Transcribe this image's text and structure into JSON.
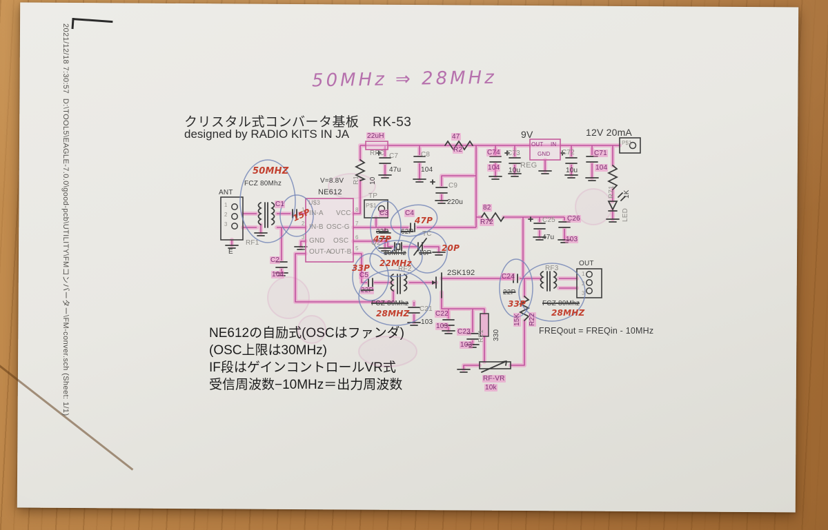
{
  "page": {
    "date_line": "2021/12/18 7:30:57  D:\\TOOL5\\EAGLE-7.0.0\\good-pcb\\UTILITY\\FMコンバーター\\FM-conver.sch (Sheet: 1/1)",
    "header_hw": "50MHz ⇒ 28MHz",
    "title1": "クリスタル式コンバータ基板　RK-53",
    "title2": "designed by RADIO KITS IN JA",
    "notes": "NE612の自励式(OSCはファンダ)\n(OSC上限は30MHz)\nIF段はゲインコントロールVR式\n受信周波数−10MHz＝出力周波数"
  },
  "labels": {
    "ant": "ANT",
    "e": "E",
    "d1": "1",
    "d2": "2",
    "d3": "3",
    "d4": "4",
    "d5": "5",
    "d6": "6",
    "d7": "7",
    "d8": "8",
    "rf1": "RF1",
    "rf2": "RF2",
    "rf3": "RF3",
    "fcz": "FCZ 80Mhz",
    "rf1_hw": "50MHZ",
    "hw28": "28MHZ",
    "c1": "C1",
    "c1_hw": "15P",
    "c2": "C2",
    "v104": "104",
    "v103": "103",
    "v10u": "10u",
    "v47u": "47u",
    "ne612": "NE612",
    "u3": "U$3",
    "in_a": "IN-A",
    "in_b": "IN-B",
    "gnd": "GND",
    "out_a": "OUT-A",
    "out_b": "OUT-B",
    "vcc": "VCC",
    "osc_g": "OSC-G",
    "osc": "OSC",
    "v88": "V=8.8V",
    "tp": "TP",
    "p1": "P$1",
    "rfc_v": "22uH",
    "rfc": "RFC",
    "r1": "R1",
    "r1_v": "10",
    "c7": "C7",
    "c8": "C8",
    "r2": "R2",
    "r2_v": "47",
    "c9": "C9",
    "c9_v": "220u",
    "c3": "C3",
    "c3_x": "33P",
    "c4": "C4",
    "c4_x": "62P",
    "hw47p": "47P",
    "q2": "Q2",
    "q2_x": "10MHz",
    "q2_hw": "22MHz",
    "tc": "TC",
    "tc_x": "10P",
    "tc_hw": "20P",
    "r72": "R72",
    "r72_v": "82",
    "c25": "C25",
    "c26": "C26",
    "v9": "9V",
    "reg": "REG",
    "reg_in": "IN",
    "out": "OUT",
    "c74": "C74",
    "c73": "C73",
    "c72": "C72",
    "c71": "C71",
    "pwr": "12V 20mA",
    "r71": "R71",
    "r71_v": "1K",
    "led": "LED",
    "c5": "C5",
    "c5_x": "22P",
    "hw33p": "33P",
    "c21": "C21",
    "fet": "2SK192",
    "c22": "C22",
    "c23": "C23",
    "r21": "R21",
    "r21_v": "330",
    "r22": "R22",
    "r22_v": "15K",
    "c24": "C24",
    "c24_x": "22P",
    "freq": "FREQout = FREQin - 10MHz",
    "rfvr": "RF-VR",
    "rfvr_v": "10k"
  },
  "colors": {
    "wire_pink": "#c0519e",
    "highlighter": "#ee86c5",
    "handwriting_red": "#c2402f",
    "pen_purple": "#b671ad",
    "pen_blue": "#6f82b5",
    "paper": "#e9e8e3",
    "wood": "#b07a3e"
  }
}
